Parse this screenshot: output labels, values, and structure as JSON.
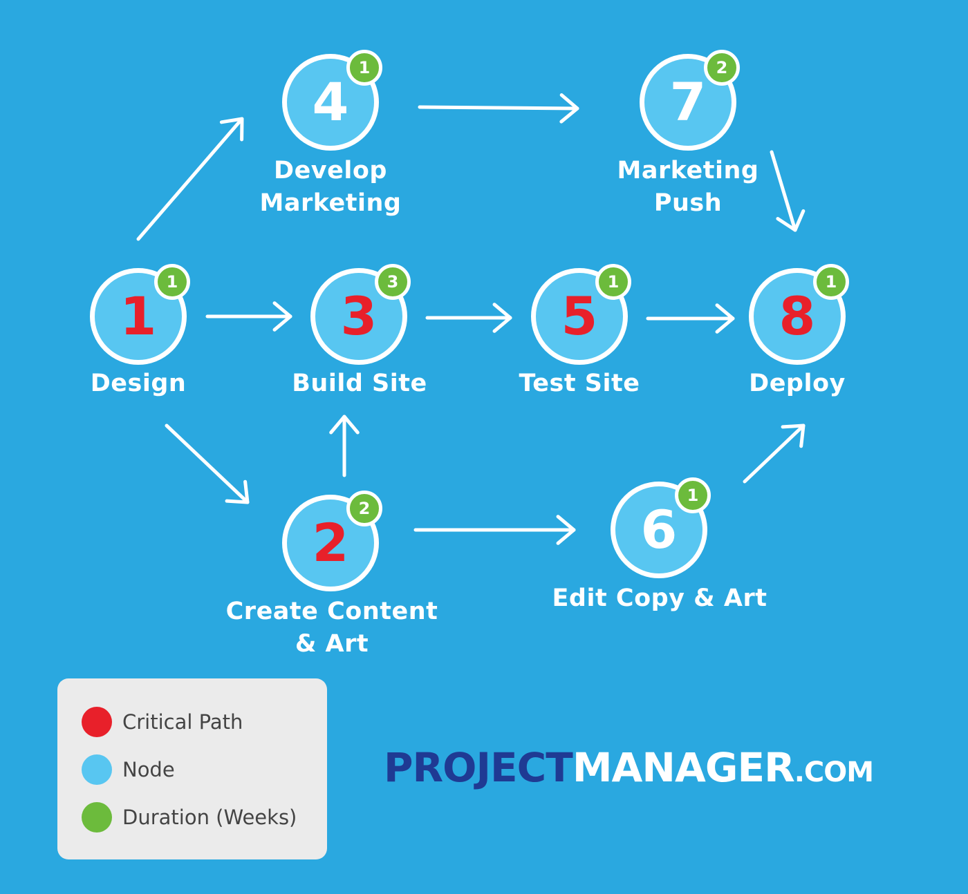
{
  "colors": {
    "background": "#2aa8e0",
    "node_fill": "#58c6f1",
    "critical": "#e8202a",
    "duration": "#6cbb3c",
    "outline": "#ffffff",
    "logo_dark": "#1f3a93"
  },
  "nodes": [
    {
      "id": "1",
      "label": "Design",
      "duration": "1",
      "critical": true
    },
    {
      "id": "2",
      "label": "Create Content\n& Art",
      "duration": "2",
      "critical": true
    },
    {
      "id": "3",
      "label": "Build Site",
      "duration": "3",
      "critical": true
    },
    {
      "id": "4",
      "label": "Develop\nMarketing",
      "duration": "1",
      "critical": false
    },
    {
      "id": "5",
      "label": "Test Site",
      "duration": "1",
      "critical": true
    },
    {
      "id": "6",
      "label": "Edit Copy & Art",
      "duration": "1",
      "critical": false
    },
    {
      "id": "7",
      "label": "Marketing\nPush",
      "duration": "2",
      "critical": false
    },
    {
      "id": "8",
      "label": "Deploy",
      "duration": "1",
      "critical": true
    }
  ],
  "edges": [
    {
      "from": "1",
      "to": "4"
    },
    {
      "from": "1",
      "to": "3"
    },
    {
      "from": "1",
      "to": "2"
    },
    {
      "from": "2",
      "to": "3"
    },
    {
      "from": "2",
      "to": "6"
    },
    {
      "from": "3",
      "to": "5"
    },
    {
      "from": "5",
      "to": "8"
    },
    {
      "from": "4",
      "to": "7"
    },
    {
      "from": "7",
      "to": "8"
    },
    {
      "from": "6",
      "to": "8"
    }
  ],
  "legend": [
    {
      "label": "Critical Path",
      "color": "#e8202a"
    },
    {
      "label": "Node",
      "color": "#58c6f1"
    },
    {
      "label": "Duration (Weeks)",
      "color": "#6cbb3c"
    }
  ],
  "logo": {
    "part1": "PROJECT",
    "part2": "MANAGER",
    "part3": ".COM"
  }
}
